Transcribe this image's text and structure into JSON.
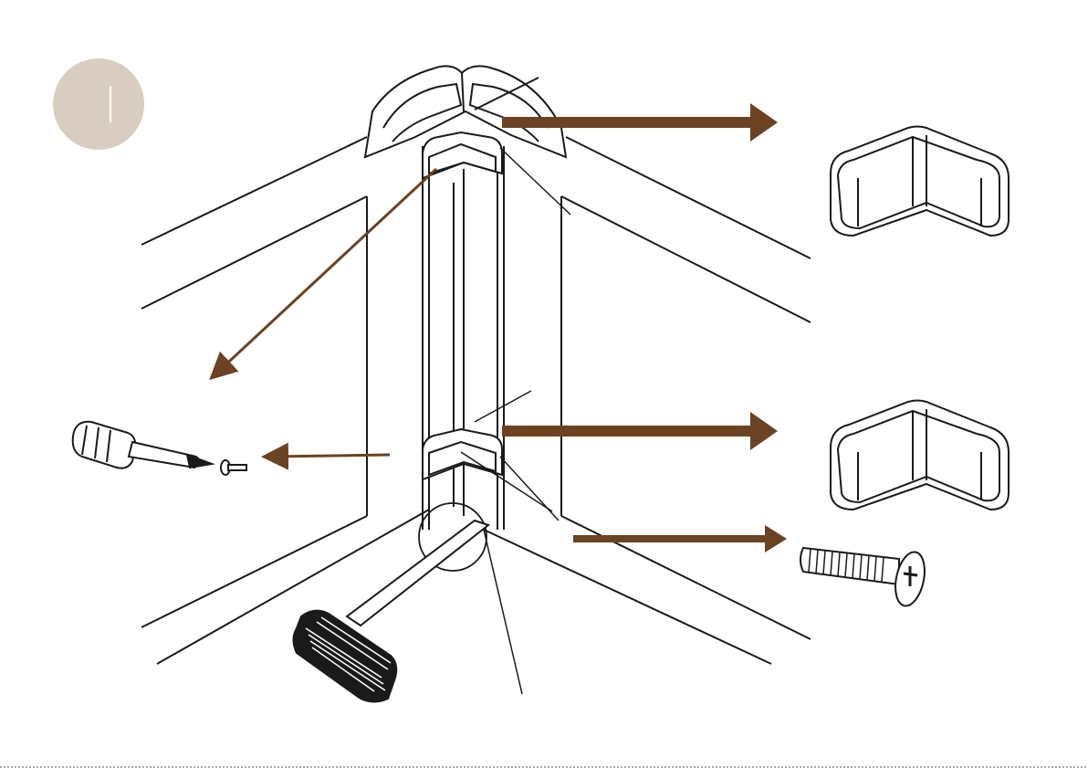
{
  "step": {
    "number": "",
    "badge_color": "#d9cdc1"
  },
  "colors": {
    "line": "#1a1a1a",
    "arrow": "#6b4222",
    "background": "#ffffff",
    "dashed_rule": "#555555"
  },
  "parts": {
    "corner_cap_top": {
      "icon": "corner-guard-icon"
    },
    "corner_cap_bottom": {
      "icon": "corner-guard-icon"
    },
    "screw": {
      "icon": "phillips-screw-icon"
    },
    "screwdriver": {
      "icon": "screwdriver-icon"
    },
    "foot_pedal": {
      "icon": "foot-pedal-icon"
    }
  },
  "arrows": [
    {
      "name": "arrow-to-top-cap",
      "direction": "right"
    },
    {
      "name": "arrow-to-bottom-cap",
      "direction": "right"
    },
    {
      "name": "arrow-to-screw",
      "direction": "right"
    },
    {
      "name": "arrow-to-screwdriver",
      "direction": "down-left"
    },
    {
      "name": "arrow-remove-screw",
      "direction": "left"
    }
  ]
}
